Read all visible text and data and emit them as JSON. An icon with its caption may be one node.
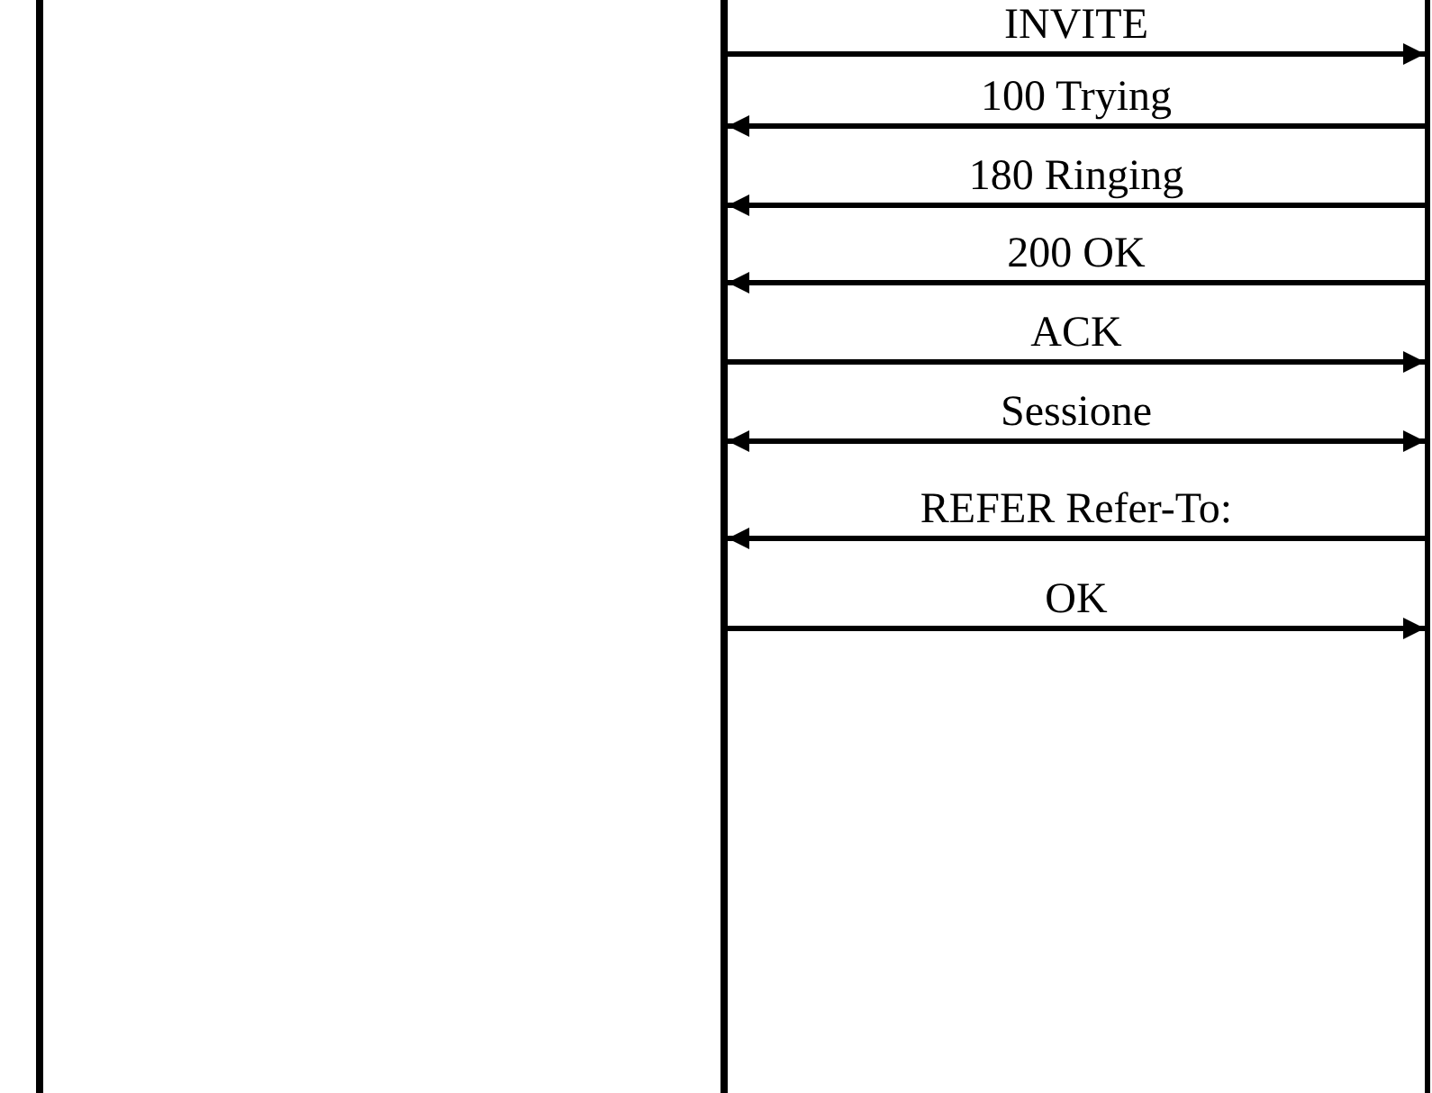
{
  "diagram": {
    "nodes": [
      {
        "text": [],
        "shape": "bar"
      },
      {
        "text": [],
        "shape": "bar"
      },
      {
        "text": [],
        "shape": "bar"
      }
    ],
    "edges": [
      {
        "from": 1,
        "to": 2,
        "arrow": "to",
        "label": "INVITE"
      },
      {
        "from": 2,
        "to": 1,
        "arrow": "to",
        "label": "100 Trying"
      },
      {
        "from": 2,
        "to": 1,
        "arrow": "to",
        "label": "180 Ringing"
      },
      {
        "from": 2,
        "to": 1,
        "arrow": "to",
        "label": "200 OK"
      },
      {
        "from": 1,
        "to": 2,
        "arrow": "to",
        "label": "ACK"
      },
      {
        "from": 1,
        "to": 2,
        "arrow": "both",
        "label": "Sessione"
      },
      {
        "from": 2,
        "to": 1,
        "arrow": "to",
        "label": "REFER Refer-To:"
      },
      {
        "from": 1,
        "to": 2,
        "arrow": "to",
        "label": "OK"
      }
    ]
  }
}
